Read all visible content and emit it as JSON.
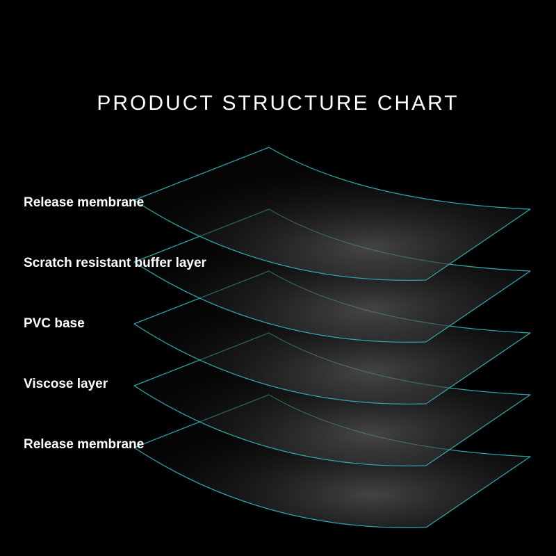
{
  "title": "PRODUCT STRUCTURE CHART",
  "layers": [
    {
      "label": "Release membrane"
    },
    {
      "label": "Scratch resistant buffer layer"
    },
    {
      "label": "PVC base"
    },
    {
      "label": "Viscose layer"
    },
    {
      "label": "Release membrane"
    }
  ],
  "colors": {
    "background": "#000000",
    "text": "#ffffff",
    "sheet_edge": "#2fa3a6"
  }
}
